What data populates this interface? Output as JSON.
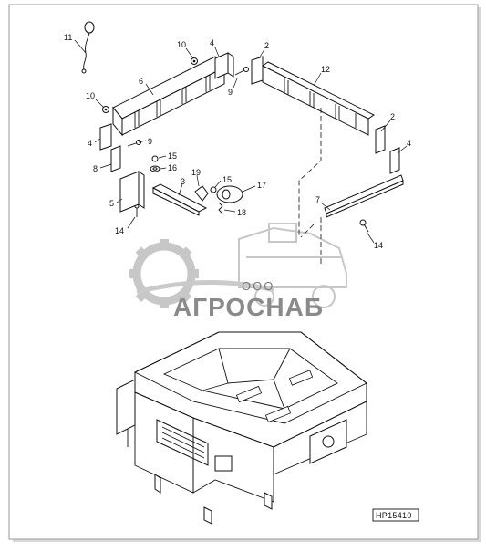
{
  "reference_code": "HP15410",
  "watermark": {
    "line1": "ООО",
    "line2": "АГРОСНАБ"
  },
  "callouts": [
    {
      "id": "c11a",
      "label": "11"
    },
    {
      "id": "c10a",
      "label": "10"
    },
    {
      "id": "c4a",
      "label": "4"
    },
    {
      "id": "c6",
      "label": "6"
    },
    {
      "id": "c9a",
      "label": "9"
    },
    {
      "id": "c10b",
      "label": "10"
    },
    {
      "id": "c2a",
      "label": "2"
    },
    {
      "id": "c12",
      "label": "12"
    },
    {
      "id": "c4b",
      "label": "4"
    },
    {
      "id": "c9b",
      "label": "9"
    },
    {
      "id": "c8",
      "label": "8"
    },
    {
      "id": "c15a",
      "label": "15"
    },
    {
      "id": "c16",
      "label": "16"
    },
    {
      "id": "c19",
      "label": "19"
    },
    {
      "id": "c15b",
      "label": "15"
    },
    {
      "id": "c3",
      "label": "3"
    },
    {
      "id": "c17",
      "label": "17"
    },
    {
      "id": "c5",
      "label": "5"
    },
    {
      "id": "c18",
      "label": "18"
    },
    {
      "id": "c14a",
      "label": "14"
    },
    {
      "id": "c2b",
      "label": "2"
    },
    {
      "id": "c4c",
      "label": "4"
    },
    {
      "id": "c7",
      "label": "7"
    },
    {
      "id": "c14b",
      "label": "14"
    }
  ]
}
